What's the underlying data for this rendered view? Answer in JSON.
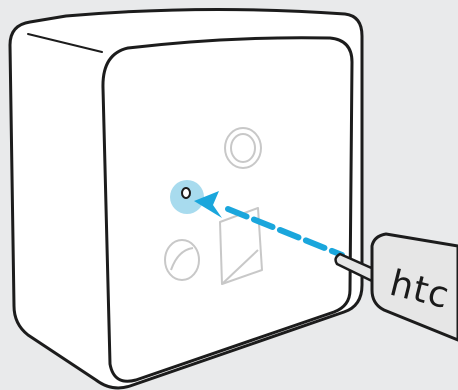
{
  "colors": {
    "background": "#e9eaeb",
    "device_fill": "#ffffff",
    "outline": "#1c1c1c",
    "faint_detail": "#c8c8c8",
    "highlight": "#a8dbee",
    "arrow": "#1aa6dc",
    "tool_fill": "#e6e6e6"
  },
  "tool": {
    "brand": "htc"
  },
  "icons": {
    "device": "base-station-box",
    "port": "reset-pinhole",
    "arrow": "dashed-arrow-left",
    "tool": "sim-eject-tool"
  }
}
